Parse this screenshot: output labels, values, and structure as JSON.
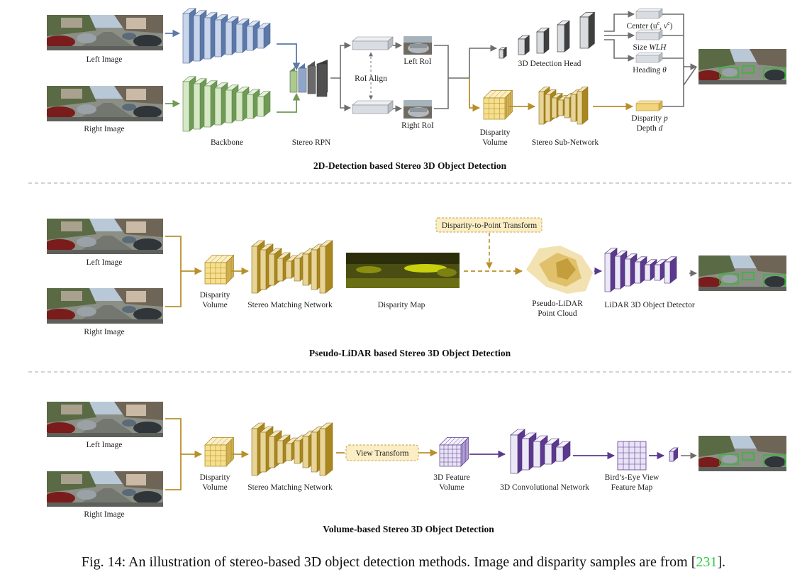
{
  "colors": {
    "blue": "#8fa6cc",
    "blue_dark": "#5b78a8",
    "green": "#a9cc8e",
    "green_dark": "#6f9a55",
    "gold": "#d2b25a",
    "gold_dark": "#a9871f",
    "gold_line": "#b8902a",
    "purple": "#ded8ef",
    "purple_dark": "#5b3a8e",
    "gray_line": "#6d6d6d",
    "gray_box": "#d9dde3",
    "dash": "#b6b6b6"
  },
  "section1": {
    "left_image": "Left Image",
    "right_image": "Right Image",
    "backbone": "Backbone",
    "stereo_rpn": "Stereo RPN",
    "roi_align": "RoI Align",
    "left_roi": "Left RoI",
    "right_roi": "Right RoI",
    "detection_head": "3D Detection Head",
    "center": "Center (u",
    "center_sup1": "c",
    "center_mid": ", v",
    "center_sup2": "c",
    "center_end": ")",
    "size": "Size",
    "size_var": "WLH",
    "heading": "Heading",
    "heading_var": "θ",
    "disparity_volume_1": "Disparity",
    "disparity_volume_2": "Volume",
    "stereo_sub": "Stereo Sub-Network",
    "disparity_p": "Disparity",
    "disparity_p_var": "p",
    "depth_d": "Depth",
    "depth_d_var": "d",
    "title": "2D-Detection based Stereo 3D Object Detection"
  },
  "section2": {
    "left_image": "Left Image",
    "right_image": "Right Image",
    "disparity_volume_1": "Disparity",
    "disparity_volume_2": "Volume",
    "stereo_matching": "Stereo Matching Network",
    "disparity_map": "Disparity Map",
    "transform": "Disparity-to-Point Transform",
    "pseudo_1": "Pseudo-LiDAR",
    "pseudo_2": "Point Cloud",
    "lidar_detector": "LiDAR 3D Object Detector",
    "title": "Pseudo-LiDAR based Stereo 3D Object Detection"
  },
  "section3": {
    "left_image": "Left Image",
    "right_image": "Right Image",
    "disparity_volume_1": "Disparity",
    "disparity_volume_2": "Volume",
    "stereo_matching": "Stereo Matching Network",
    "view_transform": "View Transform",
    "feature_volume_1": "3D Feature",
    "feature_volume_2": "Volume",
    "conv_network": "3D Convolutional Network",
    "bev_1": "Bird’s-Eye View",
    "bev_2": "Feature Map",
    "title": "Volume-based Stereo 3D Object Detection"
  },
  "caption": {
    "text": "Fig. 14: An illustration of stereo-based 3D object detection methods. Image and disparity samples are from [",
    "cite": "231",
    "end": "]."
  }
}
